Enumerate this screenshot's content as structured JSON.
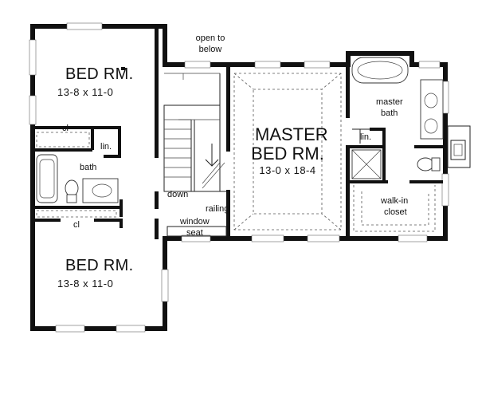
{
  "rooms": {
    "bed_top": {
      "name": "BED RM.",
      "dims": "13-8  x  11-0"
    },
    "bed_bottom": {
      "name": "BED RM.",
      "dims": "13-8  x  11-0"
    },
    "master": {
      "name_line1": "MASTER",
      "name_line2": "BED RM.",
      "dims": "13-0  x  18-4"
    },
    "master_bath": {
      "line1": "master",
      "line2": "bath"
    },
    "walkin": {
      "line1": "walk-in",
      "line2": "closet"
    },
    "bath": "bath",
    "closet_top": "cl",
    "closet_bottom": "cl",
    "linen_left": "lin.",
    "linen_right": "lin."
  },
  "notes": {
    "open_line1": "open to",
    "open_line2": "below",
    "down": "down",
    "railing": "railing",
    "window_line1": "window",
    "window_line2": "seat"
  }
}
